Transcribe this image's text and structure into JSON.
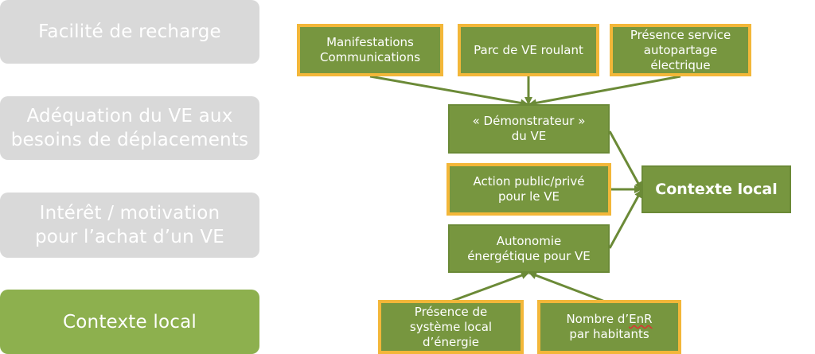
{
  "sidebar": {
    "items": [
      {
        "label": "Facilité de recharge",
        "state": "inactive"
      },
      {
        "label_line1": "Adéquation du VE aux",
        "label_line2": "besoins de déplacements",
        "state": "inactive"
      },
      {
        "label_line1": "Intérêt / motivation",
        "label_line2": "pour l’achat d’un VE",
        "state": "inactive"
      },
      {
        "label": "Contexte local",
        "state": "active"
      }
    ]
  },
  "diagram": {
    "top": {
      "manifestations": {
        "line1": "Manifestations",
        "line2": "Communications"
      },
      "parc": {
        "label": "Parc de VE roulant"
      },
      "autopartage": {
        "line1": "Présence service",
        "line2": "autopartage",
        "line3": "électrique"
      }
    },
    "middle": {
      "demonstrateur": {
        "line1": "« Démonstrateur »",
        "line2": "du VE"
      },
      "action": {
        "line1": "Action public/privé",
        "line2": "pour le VE"
      },
      "autonomie": {
        "line1": "Autonomie",
        "line2": "énergétique pour VE"
      }
    },
    "bottom": {
      "systeme": {
        "line1": "Présence de",
        "line2": "système local",
        "line3": "d’énergie"
      },
      "enr": {
        "line1_pre": "Nombre d’",
        "line1_word": "EnR",
        "line2": "par habitants"
      }
    },
    "target": {
      "label": "Contexte local"
    }
  },
  "colors": {
    "node_fill": "#77963f",
    "gold_border": "#f3b739",
    "sidebar_inactive": "#d9d9d9",
    "sidebar_active": "#8db04e",
    "arrow": "#6b8a37"
  }
}
